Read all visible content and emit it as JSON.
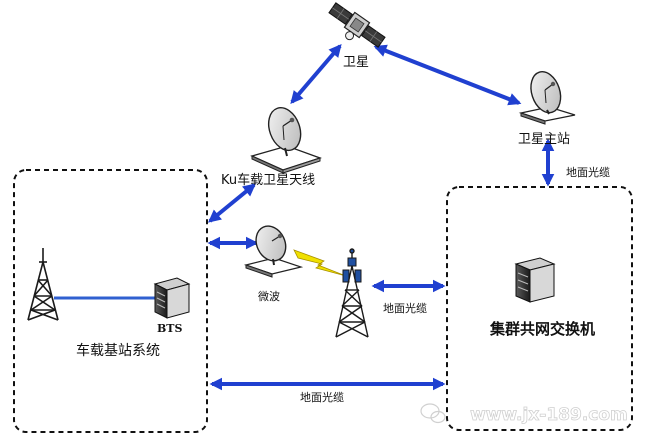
{
  "labels": {
    "satellite": "卫星",
    "satellite_main_station": "卫星主站",
    "ku_antenna": "Ku车载卫星天线",
    "ground_cable_right": "地面光缆",
    "microwave": "微波",
    "ground_cable_middle": "地面光缆",
    "ground_cable_bottom": "地面光缆",
    "bts": "BTS",
    "vehicle_base_station_system": "车载基站系统",
    "cluster_switch": "集群共网交换机"
  },
  "watermark": {
    "text": "www.jx-189.com"
  },
  "colors": {
    "arrow": "#2040d0",
    "link_line": "#3060d0",
    "lightning": "#f0e000",
    "box_border": "#111111",
    "tower": "#1a1a1a",
    "tower_blue": "#1f4fa0",
    "watermark_stroke": "#c8c8c8"
  },
  "icons": {
    "satellite": "satellite-icon",
    "dish": "satellite-dish-icon",
    "server": "server-icon",
    "tower": "cell-tower-icon",
    "lightning": "lightning-bolt-icon",
    "wechat": "wechat-icon"
  }
}
